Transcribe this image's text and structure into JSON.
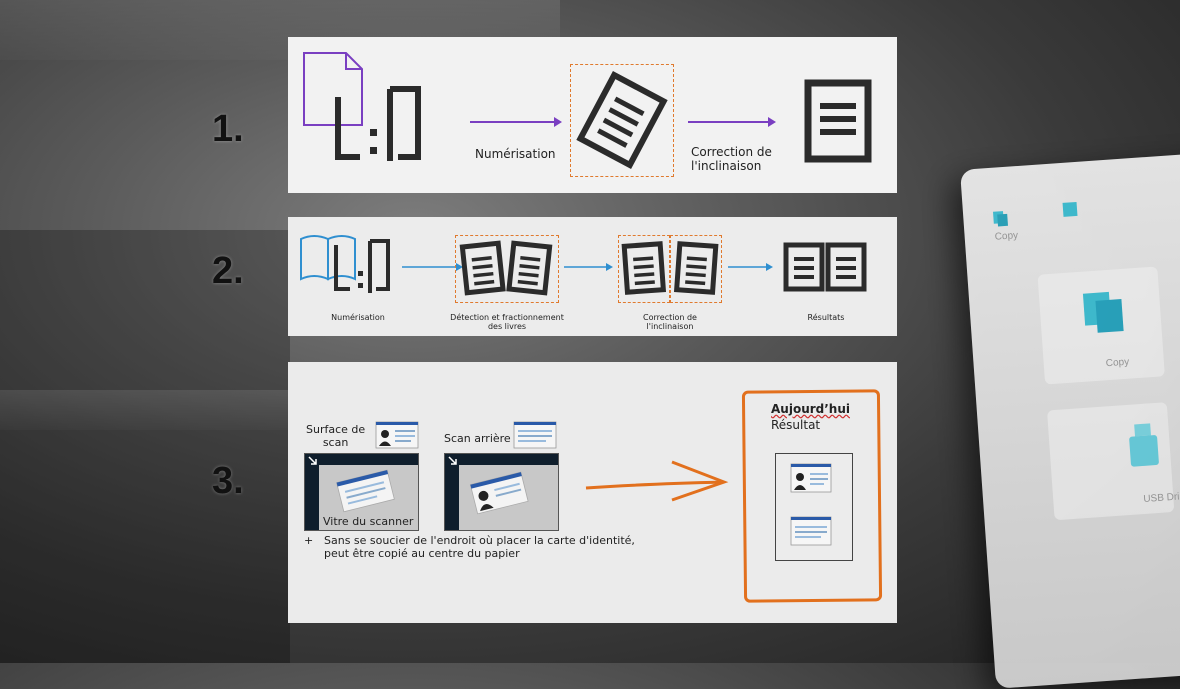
{
  "steps": {
    "s1": "1.",
    "s2": "2.",
    "s3": "3."
  },
  "panel1": {
    "scan_label": "Numérisation",
    "correction_label": "Correction de\nl'inclinaison"
  },
  "panel2": {
    "scan_label": "Numérisation",
    "detect_label": "Détection et fractionnement\ndes livres",
    "correction_label": "Correction de\nl'inclinaison",
    "result_label": "Résultats"
  },
  "panel3": {
    "surface_label": "Surface de\nscan",
    "back_label": "Scan arrière",
    "glass_label": "Vitre du scanner",
    "note_plus": "+",
    "note_text": "Sans se soucier de l'endroit où placer la carte d'identité,\npeut être copié au centre du papier",
    "today_label": "Aujourd’hui",
    "result_label": "Résultat"
  },
  "tablet": {
    "copy_small": "Copy",
    "copy_tile": "Copy",
    "usb_tile": "USB Dri"
  },
  "colors": {
    "purple": "#7a3fc1",
    "blue": "#2f8fd0",
    "orange": "#e2701d",
    "dark": "#2b2b2b"
  }
}
